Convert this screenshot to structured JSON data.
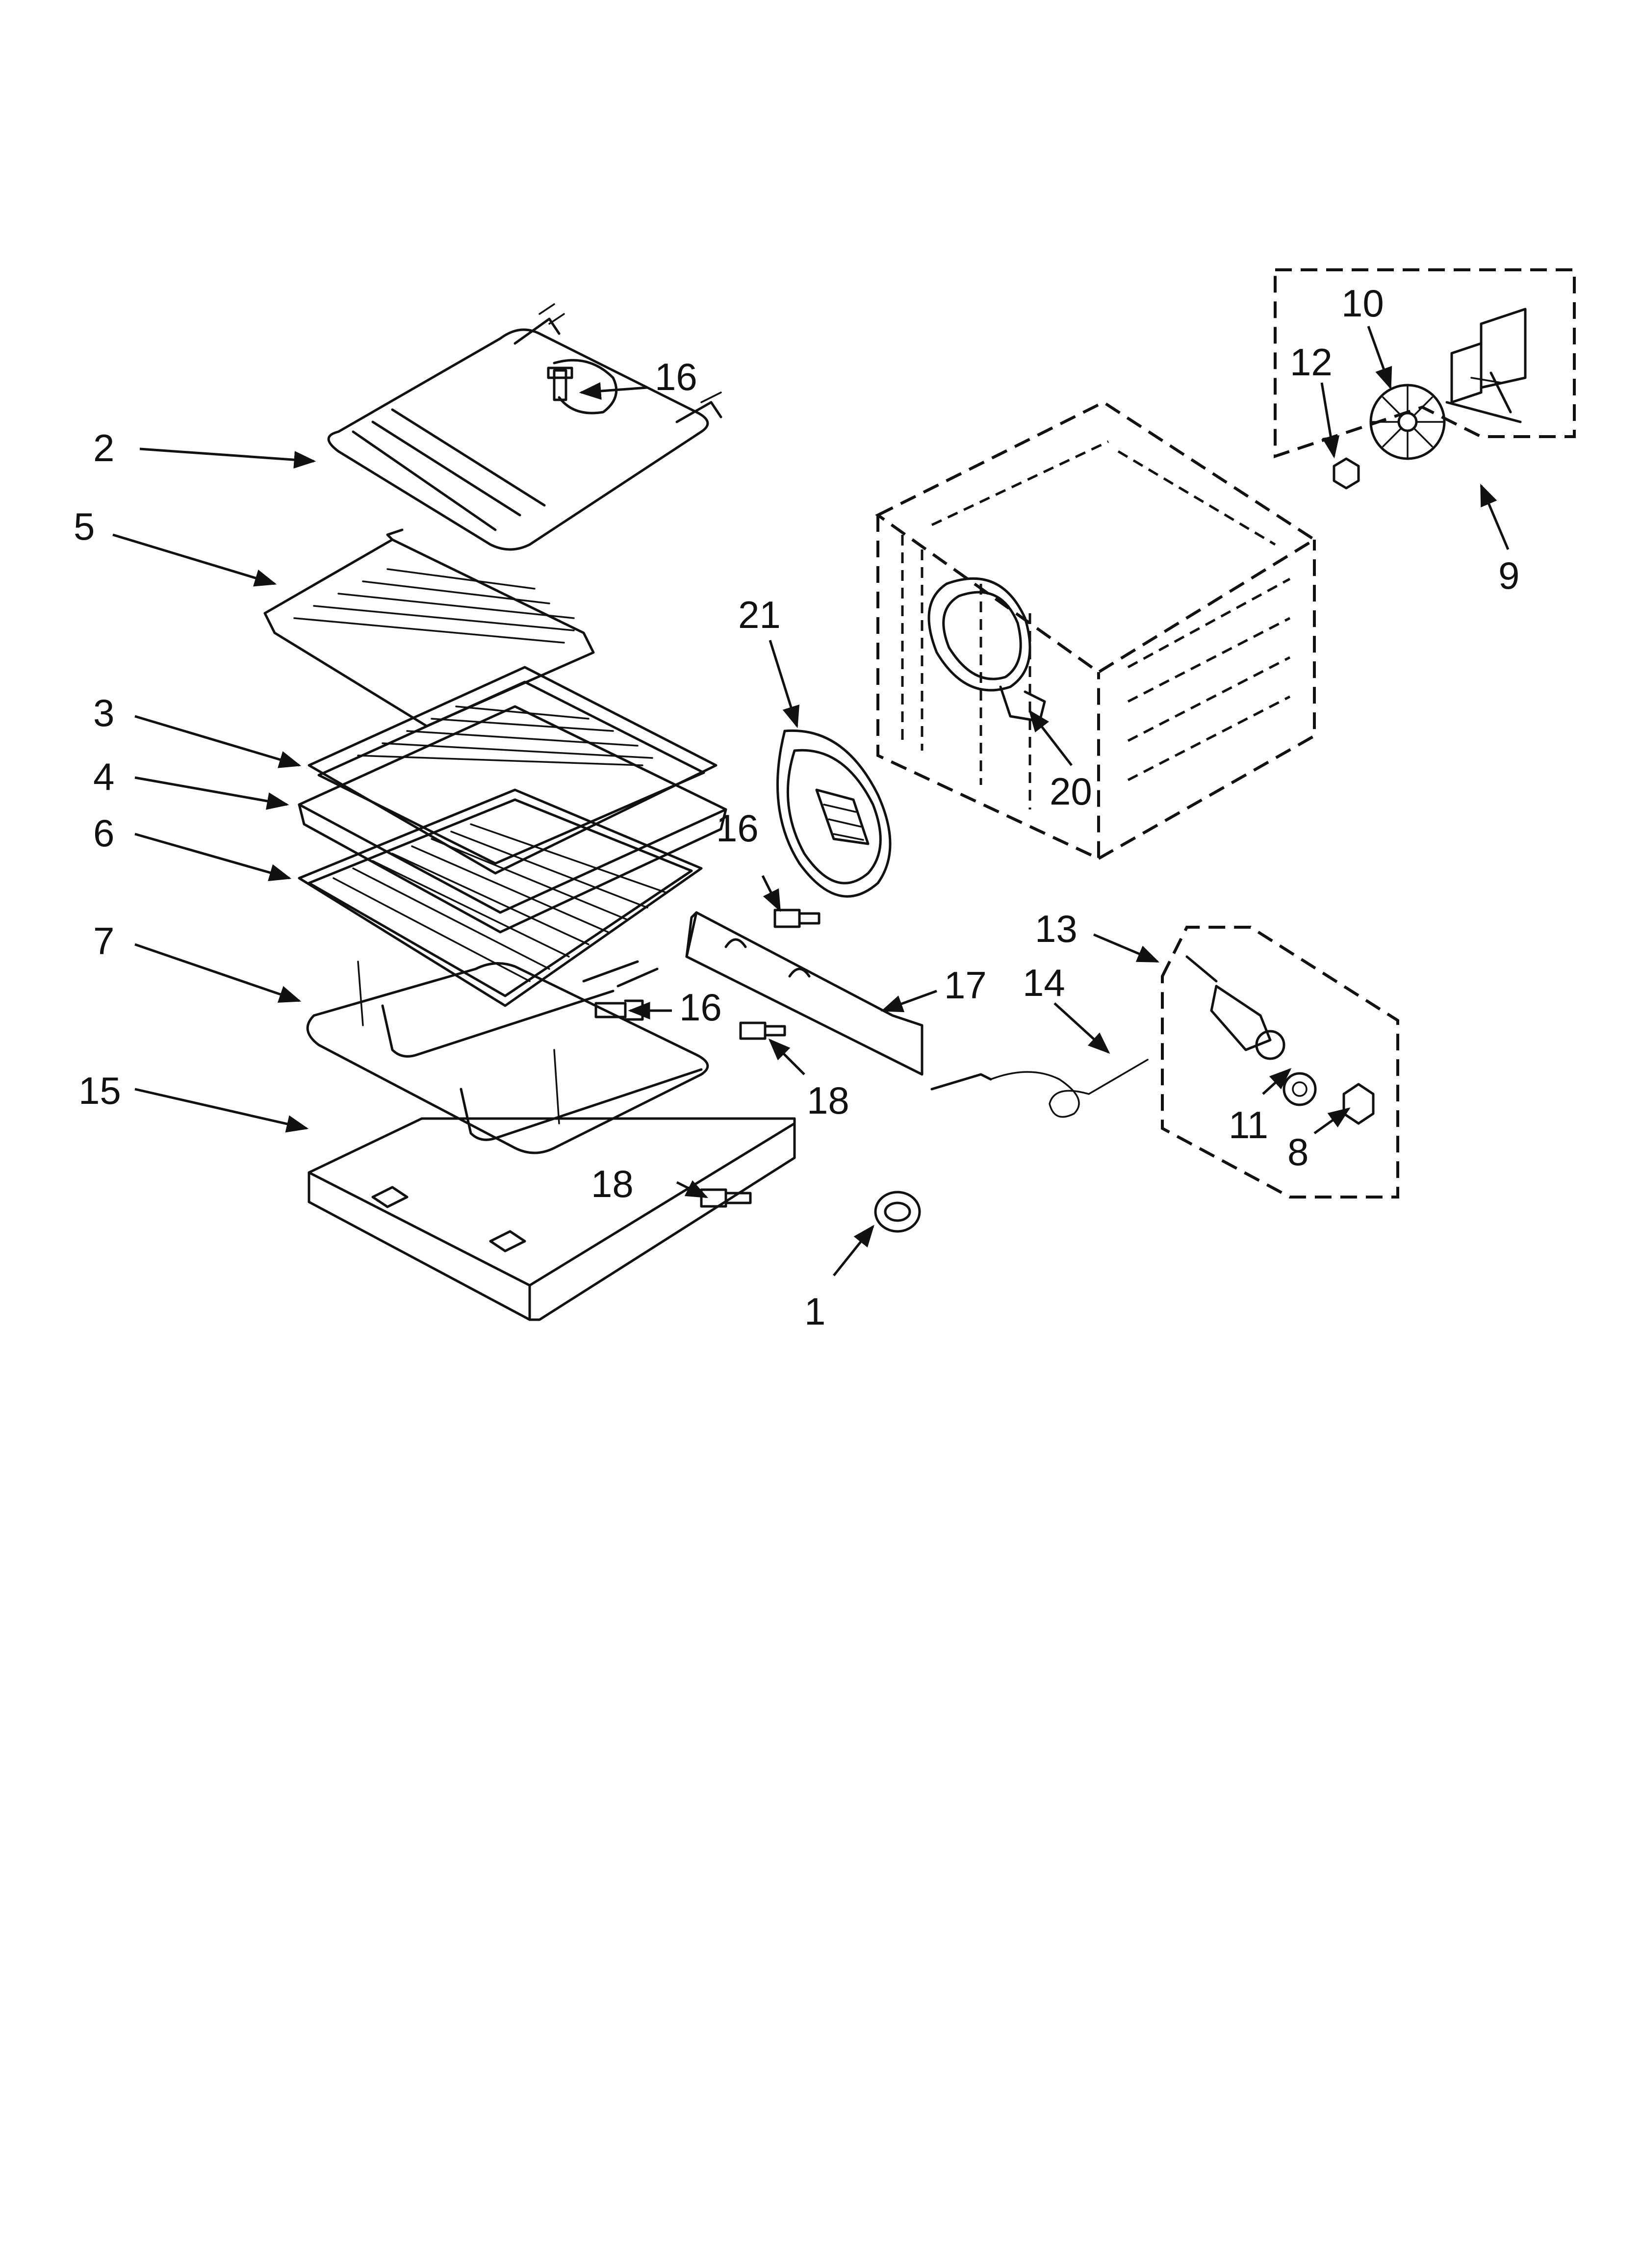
{
  "callouts": {
    "c1": "1",
    "c2": "2",
    "c3": "3",
    "c4": "4",
    "c5": "5",
    "c6": "6",
    "c7": "7",
    "c8": "8",
    "c9": "9",
    "c10": "10",
    "c11": "11",
    "c12": "12",
    "c13": "13",
    "c14": "14",
    "c15": "15",
    "c16a": "16",
    "c16b": "16",
    "c16c": "16",
    "c17": "17",
    "c18a": "18",
    "c18b": "18",
    "c20": "20",
    "c21": "21"
  }
}
